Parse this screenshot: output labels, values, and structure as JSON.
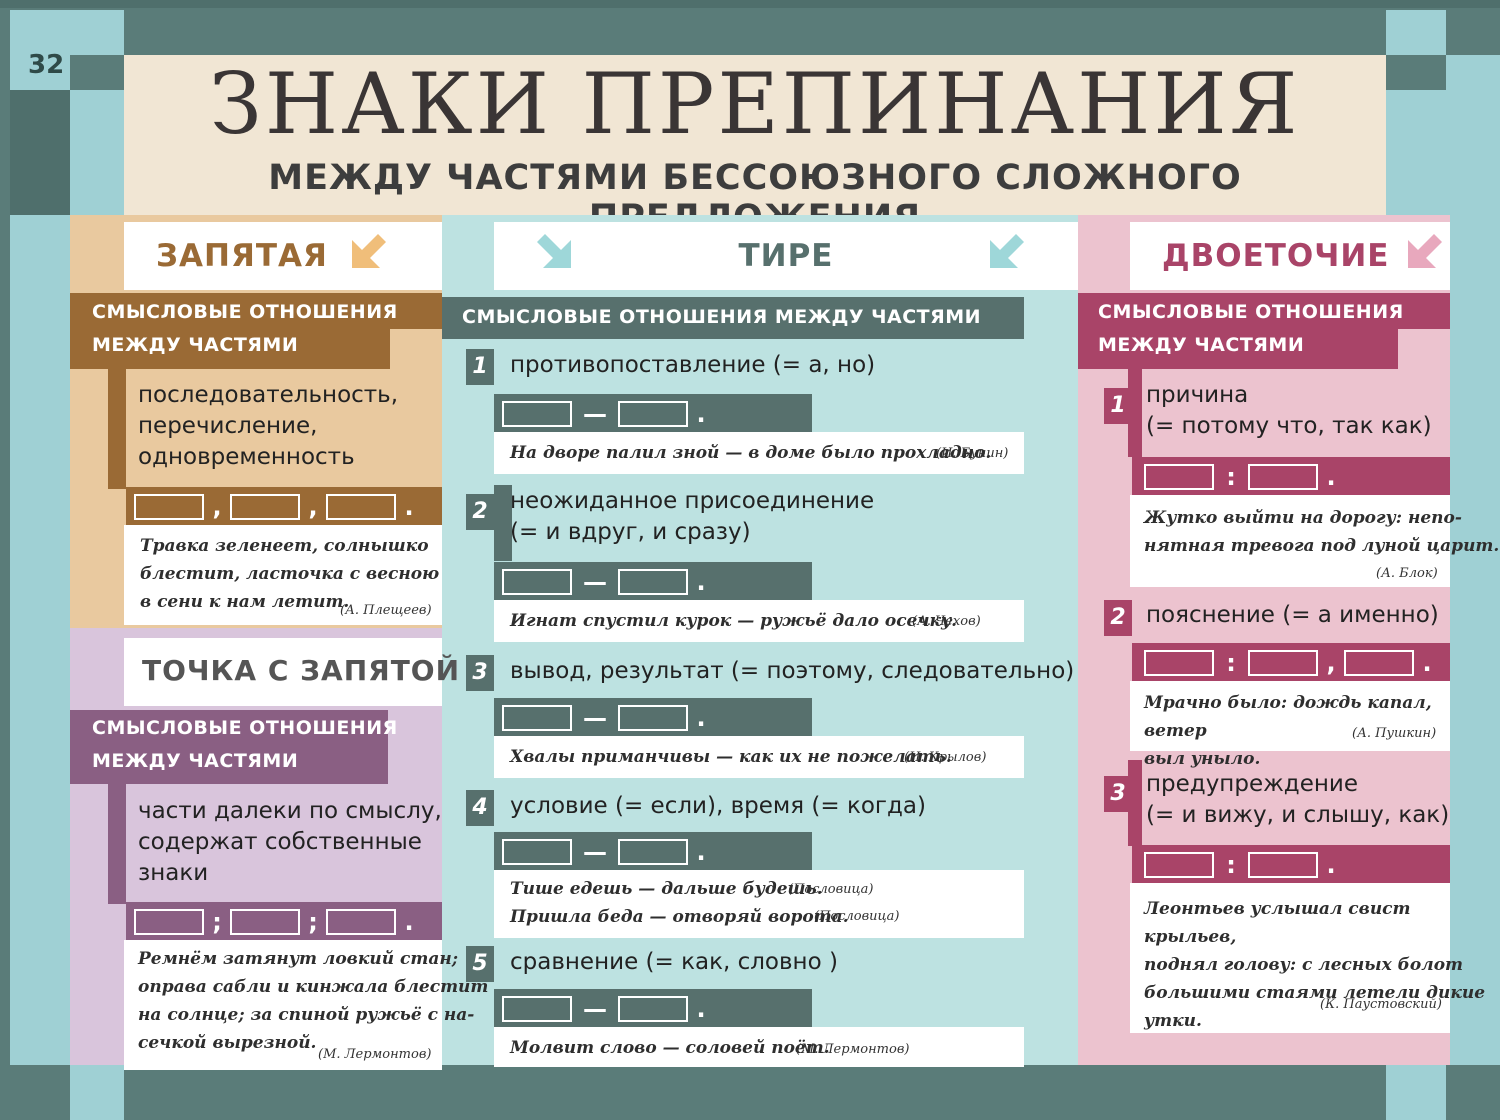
{
  "page_number": "32",
  "title": "ЗНАКИ ПРЕПИНАНИЯ",
  "subtitle": "МЕЖДУ ЧАСТЯМИ БЕССОЮЗНОГО СЛОЖНОГО ПРЕДЛОЖЕНИЯ",
  "colors": {
    "comma": "#9a6a35",
    "dash": "#57706d",
    "colon": "#a94468",
    "semicolon": "#8a5f83"
  },
  "comma": {
    "heading": "ЗАПЯТАЯ",
    "band": [
      "СМЫСЛОВЫЕ ОТНОШЕНИЯ",
      "МЕЖДУ ЧАСТЯМИ"
    ],
    "meaning": [
      "последовательность,",
      "перечисление,",
      "одновременность"
    ],
    "scheme_seps": [
      ",",
      ",",
      "."
    ],
    "example_lines": [
      "Травка зеленеет, солнышко",
      "блестит, ласточка с весною",
      "в сени к нам летит."
    ],
    "author": "(А. Плещеев)"
  },
  "semicolon": {
    "heading": "ТОЧКА С ЗАПЯТОЙ",
    "band": [
      "СМЫСЛОВЫЕ ОТНОШЕНИЯ",
      "МЕЖДУ ЧАСТЯМИ"
    ],
    "meaning": [
      "части далеки по смыслу,",
      "содержат собственные",
      "знаки"
    ],
    "scheme_seps": [
      ";",
      ";",
      "."
    ],
    "example_lines": [
      "Ремнём затянут ловкий стан;",
      "оправа сабли и кинжала блестит",
      "на солнце; за спиной ружьё с на-",
      "сечкой вырезной."
    ],
    "author": "(М. Лермонтов)"
  },
  "dash": {
    "heading": "ТИРЕ",
    "band": "СМЫСЛОВЫЕ ОТНОШЕНИЯ МЕЖДУ ЧАСТЯМИ",
    "items": [
      {
        "num": "1",
        "lines": [
          "противопоставление (= а, но)"
        ],
        "example": [
          "На дворе палил зной — в доме было прохладно."
        ],
        "author": [
          "(И. Бунин)"
        ]
      },
      {
        "num": "2",
        "lines": [
          "неожиданное присоединение",
          "(= и вдруг, и сразу)"
        ],
        "example": [
          "Игнат спустил курок — ружьё дало осечку."
        ],
        "author": [
          "(А. Чехов)"
        ]
      },
      {
        "num": "3",
        "lines": [
          "вывод, результат (= поэтому, следовательно)"
        ],
        "example": [
          "Хвалы приманчивы — как их не пожелать."
        ],
        "author": [
          "(И. Крылов)"
        ]
      },
      {
        "num": "4",
        "lines": [
          "условие (= если), время (= когда)"
        ],
        "example": [
          "Тише едешь — дальше будешь.",
          "Пришла беда — отворяй ворота."
        ],
        "author": [
          "(Пословица)",
          "(Пословица)"
        ]
      },
      {
        "num": "5",
        "lines": [
          "сравнение (= как, словно )"
        ],
        "example": [
          "Молвит слово — соловей поёт."
        ],
        "author": [
          "(М. Лермонтов)"
        ]
      }
    ],
    "scheme_sep": "—",
    "scheme_end": "."
  },
  "colon": {
    "heading": "ДВОЕТОЧИЕ",
    "band": [
      "СМЫСЛОВЫЕ ОТНОШЕНИЯ",
      "МЕЖДУ ЧАСТЯМИ"
    ],
    "items": [
      {
        "num": "1",
        "lines": [
          "причина",
          "(= потому что, так как)"
        ],
        "example": [
          "Жутко выйти на дорогу: непо-",
          "нятная тревога под луной царит."
        ],
        "author": "(А. Блок)"
      },
      {
        "num": "2",
        "lines": [
          "пояснение (= а именно)"
        ],
        "example": [
          "Мрачно было: дождь капал, ветер",
          "выл уныло."
        ],
        "author": "(А. Пушкин)"
      },
      {
        "num": "3",
        "lines": [
          "предупреждение",
          "(= и вижу, и слышу, как)"
        ],
        "example": [
          "Леонтьев услышал свист крыльев,",
          "поднял голову: с лесных болот",
          "большими стаями летели дикие",
          "утки."
        ],
        "author": "(К. Паустовский)"
      }
    ]
  }
}
